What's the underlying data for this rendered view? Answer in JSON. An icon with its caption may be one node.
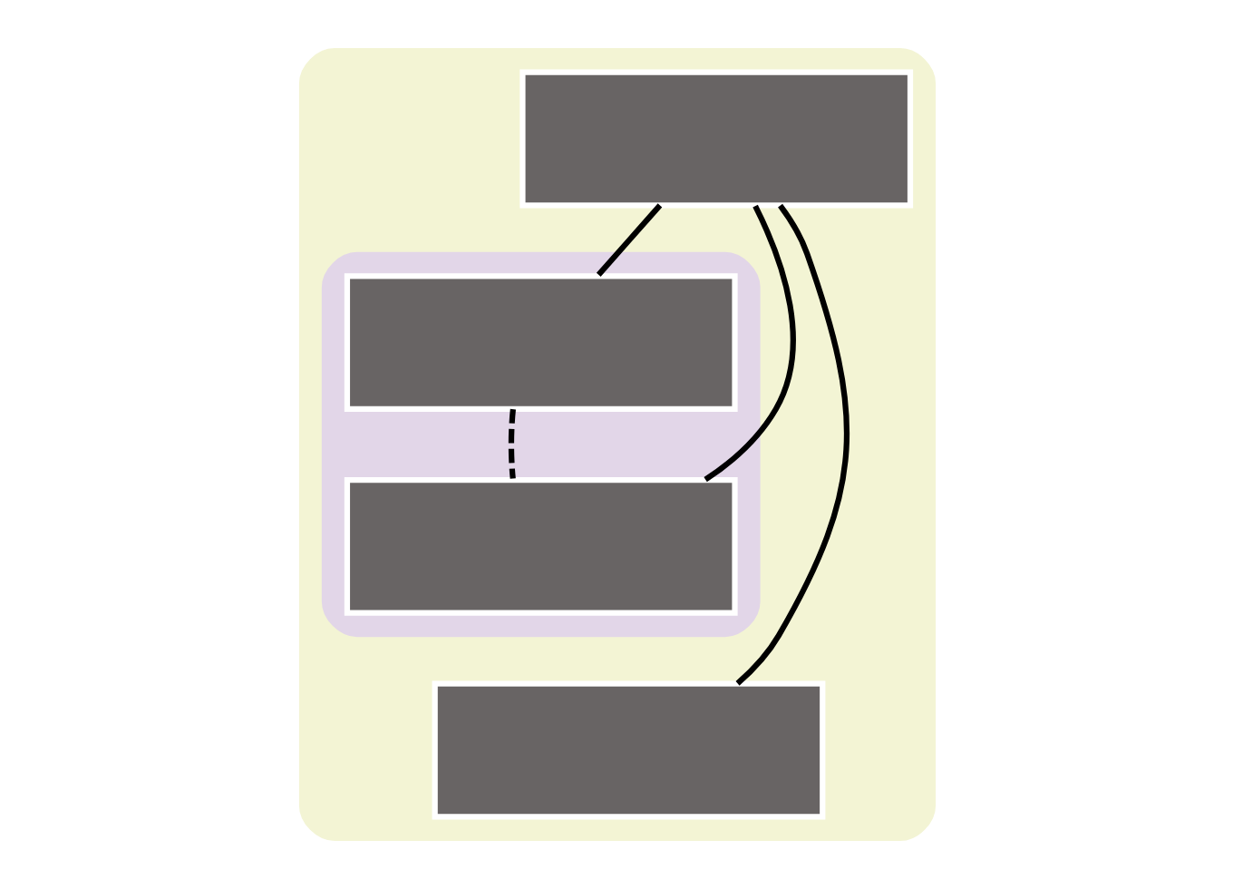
{
  "diagram": {
    "nodes": [
      {
        "text": [],
        "shape": "box"
      },
      {
        "text": [],
        "shape": "box",
        "in": 0
      },
      {
        "text": [],
        "shape": "box",
        "in": 0
      },
      {
        "text": [],
        "shape": "box",
        "in": 2
      },
      {
        "text": [],
        "shape": "box",
        "in": 2
      },
      {
        "text": [],
        "shape": "box",
        "in": 0
      }
    ],
    "edges": [
      {
        "from": 1,
        "to": 3,
        "arrow": "none"
      },
      {
        "from": 1,
        "to": 4,
        "arrow": "none"
      },
      {
        "from": 1,
        "to": 5,
        "arrow": "none"
      },
      {
        "from": 3,
        "to": 4,
        "arrow": "none",
        "style": "dashed"
      }
    ]
  }
}
